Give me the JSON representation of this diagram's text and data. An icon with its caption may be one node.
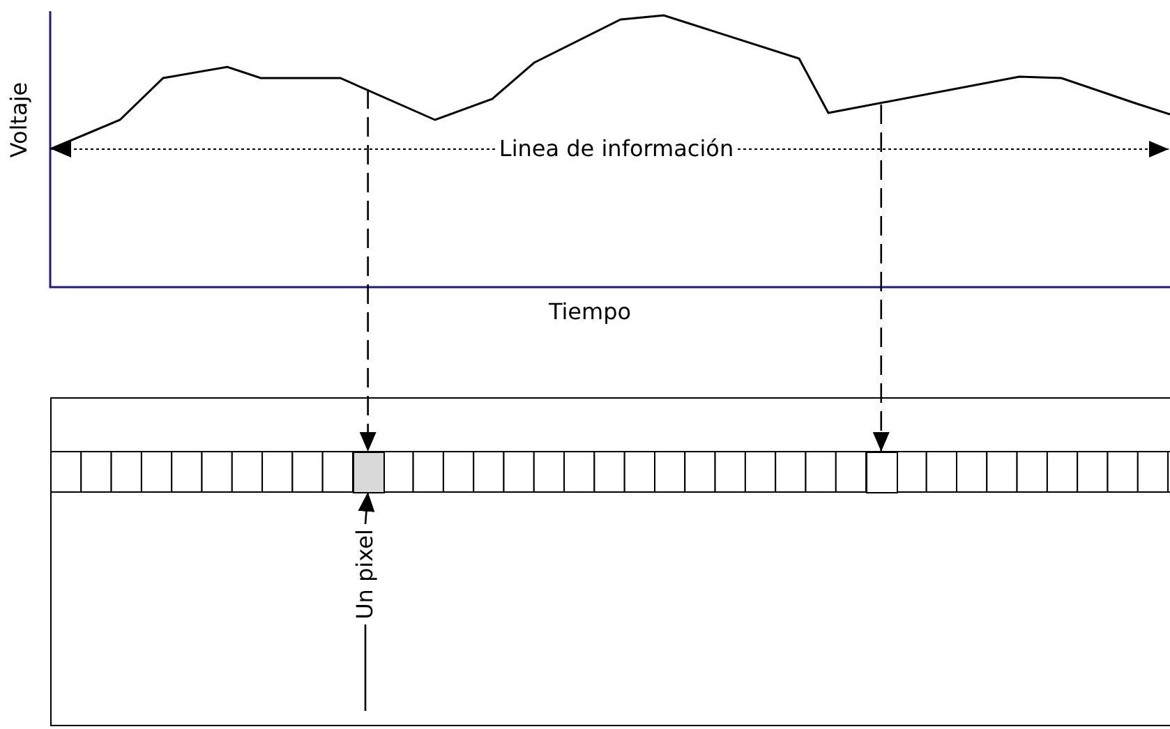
{
  "diagram": {
    "nodes": [
      {
        "text": [],
        "shape": "box"
      },
      {
        "text": [],
        "shape": "box"
      },
      {
        "text": [
          "Un pixel"
        ]
      }
    ],
    "edges": [
      {
        "from": null,
        "to": 0,
        "arrow": "to",
        "style": "dashed"
      },
      {
        "from": null,
        "to": 1,
        "arrow": "to",
        "style": "dashed"
      },
      {
        "from": 2,
        "to": 0,
        "arrow": "to"
      },
      {
        "from": 2,
        "to": null,
        "arrow": "none"
      }
    ],
    "labels": [
      "Voltaje",
      "Linea de información",
      "Tiempo"
    ]
  }
}
